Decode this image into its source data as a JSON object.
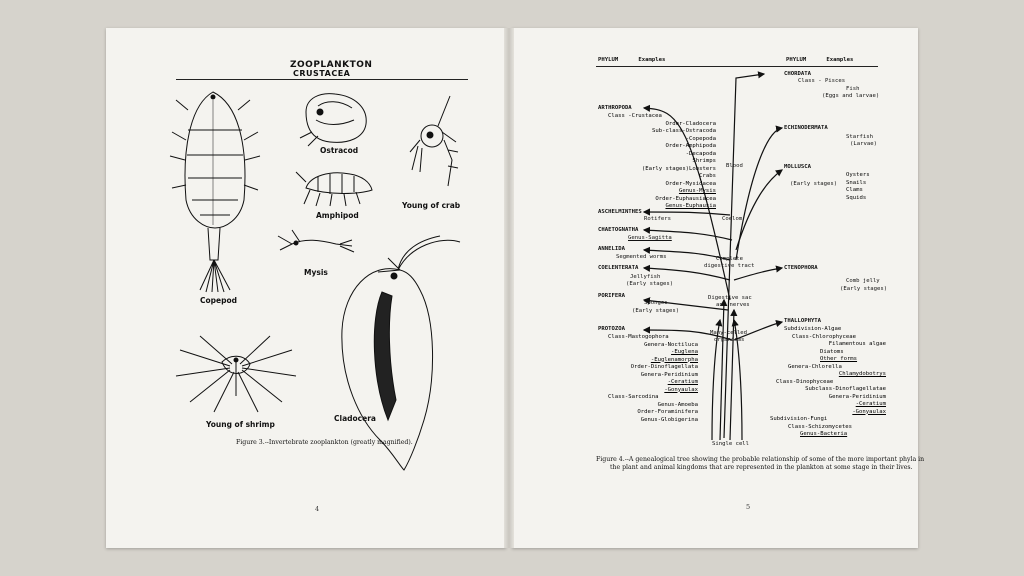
{
  "left": {
    "title": "ZOOPLANKTON",
    "subtitle": "CRUSTACEA",
    "labels": {
      "ostracod": "Ostracod",
      "amphipod": "Amphipod",
      "young_crab": "Young of crab",
      "copepod": "Copepod",
      "mysis": "Mysis",
      "young_shrimp": "Young of shrimp",
      "cladocera": "Cladocera"
    },
    "caption": "Figure 3.--Invertebrate zooplankton (greatly magnified).",
    "page_number": "4"
  },
  "right": {
    "header_left": "PHYLUM      Examples",
    "header_right": "PHYLUM      Examples",
    "chordata": {
      "name": "CHORDATA",
      "lines": [
        "Class - Pisces",
        "Fish",
        "(Eggs and larvae)"
      ]
    },
    "arthropoda": {
      "name": "ARTHROPODA",
      "lines": [
        "Class -Crustacea",
        "Order-Cladocera",
        "Sub-class-Ostracoda",
        "-Copepoda",
        "Order-Amphipoda",
        "-Decapoda",
        "Shrimps",
        "(Early stages)Lobsters",
        "Crabs",
        "Order-Mysidacea",
        "Genus-Mysis",
        "Order-Euphausiacea",
        "Genus-Euphausia"
      ]
    },
    "echinodermata": {
      "name": "ECHINODERMATA",
      "lines": [
        "Starfish",
        "(Larvae)"
      ]
    },
    "mollusca": {
      "name": "MOLLUSCA",
      "lines": [
        "(Early stages)",
        "Oysters",
        "Snails",
        "Clams",
        "Squids"
      ]
    },
    "aschelminthes": {
      "name": "ASCHELMINTHES",
      "lines": [
        "Rotifers"
      ]
    },
    "chaetognatha": {
      "name": "CHAETOGNATHA",
      "lines": [
        "Genus-Sagitta"
      ]
    },
    "annelida": {
      "name": "ANNELIDA",
      "lines": [
        "Segmented worms"
      ]
    },
    "coelenterata": {
      "name": "COELENTERATA",
      "lines": [
        "Jellyfish",
        "(Early stages)"
      ]
    },
    "ctenophora": {
      "name": "CTENOPHORA",
      "lines": [
        "Comb jelly",
        "(Early stages)"
      ]
    },
    "porifera": {
      "name": "PORIFERA",
      "lines": [
        "Sponges",
        "(Early stages)"
      ]
    },
    "thallophyta": {
      "name": "THALLOPHYTA",
      "lines": [
        "Subdivision-Algae",
        "Class-Chlorophyceae",
        "Filamentous algae",
        "Diatoms",
        "Other forms",
        "Genera-Chlorella",
        "Chlamydobotrys",
        "Class-Dinophyceae",
        "Subclass-Dinoflagellatae",
        "Genera-Peridinium",
        "-Ceratium",
        "-Gonyaulax",
        "Subdivision-Fungi",
        "Class-Schizomycetes",
        "Genus-Bacteria"
      ]
    },
    "protozoa": {
      "name": "PROTOZOA",
      "lines": [
        "Class-Mastogophora",
        "Genera-Noctiluca",
        "-Euglena",
        "-Euglenamorpha",
        "Order-Dinoflagellata",
        "Genera-Peridinium",
        "-Ceratium",
        "-Gonyaulax",
        "Class-Sarcodina",
        "Genus-Amoeba",
        "Order-Foraminifera",
        "Genus-Globigerina"
      ]
    },
    "trunk": {
      "blood": "Blood",
      "coelom": "Coelom",
      "complete": "Complete",
      "digestive_tract": "digestive tract",
      "digestive_sac": "Digestive sac",
      "and_nerves": "and nerves",
      "many_celled": "Many-celled",
      "organisms": "organisms",
      "single_cell": "Single cell"
    },
    "caption_line1": "Figure 4.--A genealogical tree showing the probable relationship of some of the more important phyla in",
    "caption_line2": "the plant and animal kingdoms that are represented in the plankton at some stage in their lives.",
    "page_number": "5"
  }
}
